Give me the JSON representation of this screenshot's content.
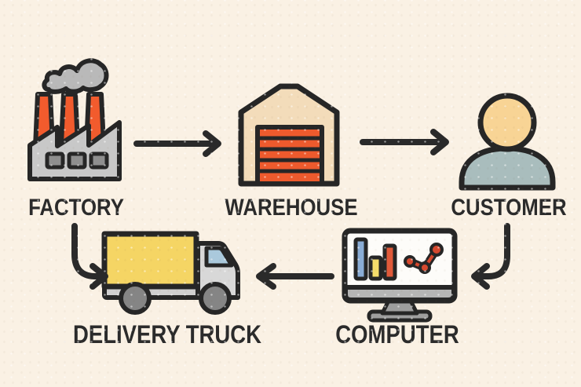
{
  "diagram": {
    "type": "supply-chain-flow",
    "nodes": [
      {
        "id": "factory",
        "label": "FACTORY",
        "icon": "factory-icon"
      },
      {
        "id": "warehouse",
        "label": "WAREHOUSE",
        "icon": "warehouse-icon"
      },
      {
        "id": "customer",
        "label": "CUSTOMER",
        "icon": "customer-icon"
      },
      {
        "id": "computer",
        "label": "COMPUTER",
        "icon": "computer-icon"
      },
      {
        "id": "delivery_truck",
        "label": "DELIVERY TRUCK",
        "icon": "delivery-truck-icon"
      }
    ],
    "edges": [
      {
        "from": "factory",
        "to": "warehouse",
        "arrow": "right"
      },
      {
        "from": "warehouse",
        "to": "customer",
        "arrow": "right"
      },
      {
        "from": "customer",
        "to": "computer",
        "arrow": "down-then-left"
      },
      {
        "from": "computer",
        "to": "delivery_truck",
        "arrow": "left"
      },
      {
        "from": "factory",
        "to": "delivery_truck",
        "arrow": "down-then-right"
      }
    ]
  },
  "colors": {
    "background": "#faf1e4",
    "outline": "#262626",
    "label": "#2b2b2b",
    "arrow": "#2a2a2a",
    "factory-body": "#c8c8c8",
    "factory-smoke": "#b9b9b9",
    "factory-chimney": "#f25b2d",
    "factory-window": "#8f8f8f",
    "warehouse-wall": "#f3dcba",
    "warehouse-door": "#ee5a2d",
    "customer-head": "#f8d495",
    "customer-body": "#a9bdbd",
    "screen-white": "#fdfcf9",
    "monitor-bezel": "#b5b5b5",
    "monitor-stand": "#9e9e9e",
    "chart-blue": "#8aadd6",
    "chart-yellow": "#f5dd6b",
    "chart-red": "#e05a3a",
    "chart-line": "#d6492f",
    "truck-box": "#f5d564",
    "truck-cab": "#d8d8d8",
    "truck-window": "#aac9dc",
    "truck-chassis": "#d0d0d0",
    "truck-wheel": "#858585"
  }
}
